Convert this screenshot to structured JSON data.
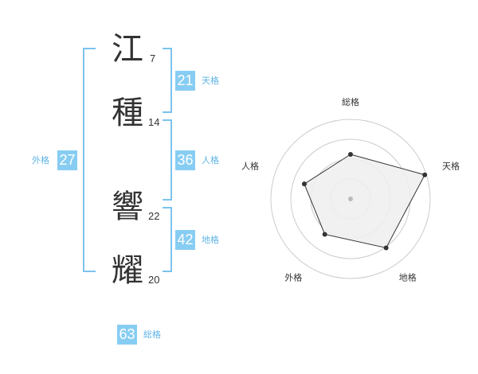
{
  "name": {
    "characters": [
      {
        "char": "江",
        "strokes": "7"
      },
      {
        "char": "種",
        "strokes": "14"
      },
      {
        "char": "響",
        "strokes": "22"
      },
      {
        "char": "耀",
        "strokes": "20"
      }
    ]
  },
  "scores": {
    "tenkaku": {
      "value": "21",
      "label": "天格"
    },
    "jinkaku": {
      "value": "36",
      "label": "人格"
    },
    "chikaku": {
      "value": "42",
      "label": "地格"
    },
    "gaikaku": {
      "value": "27",
      "label": "外格"
    },
    "soukaku": {
      "value": "63",
      "label": "総格"
    }
  },
  "radar": {
    "axes": [
      "総格",
      "天格",
      "地格",
      "外格",
      "人格"
    ],
    "levels": 4,
    "values": [
      0.56,
      0.98,
      0.76,
      0.55,
      0.61
    ],
    "colors": {
      "rings": "#cccccc",
      "fill": "#eeeeee",
      "stroke": "#333333",
      "point": "#333333",
      "center": "#bbbbbb"
    }
  },
  "colors": {
    "accent": "#87cdf3",
    "bracket": "#7cc3ee",
    "label": "#5fb4e6"
  }
}
